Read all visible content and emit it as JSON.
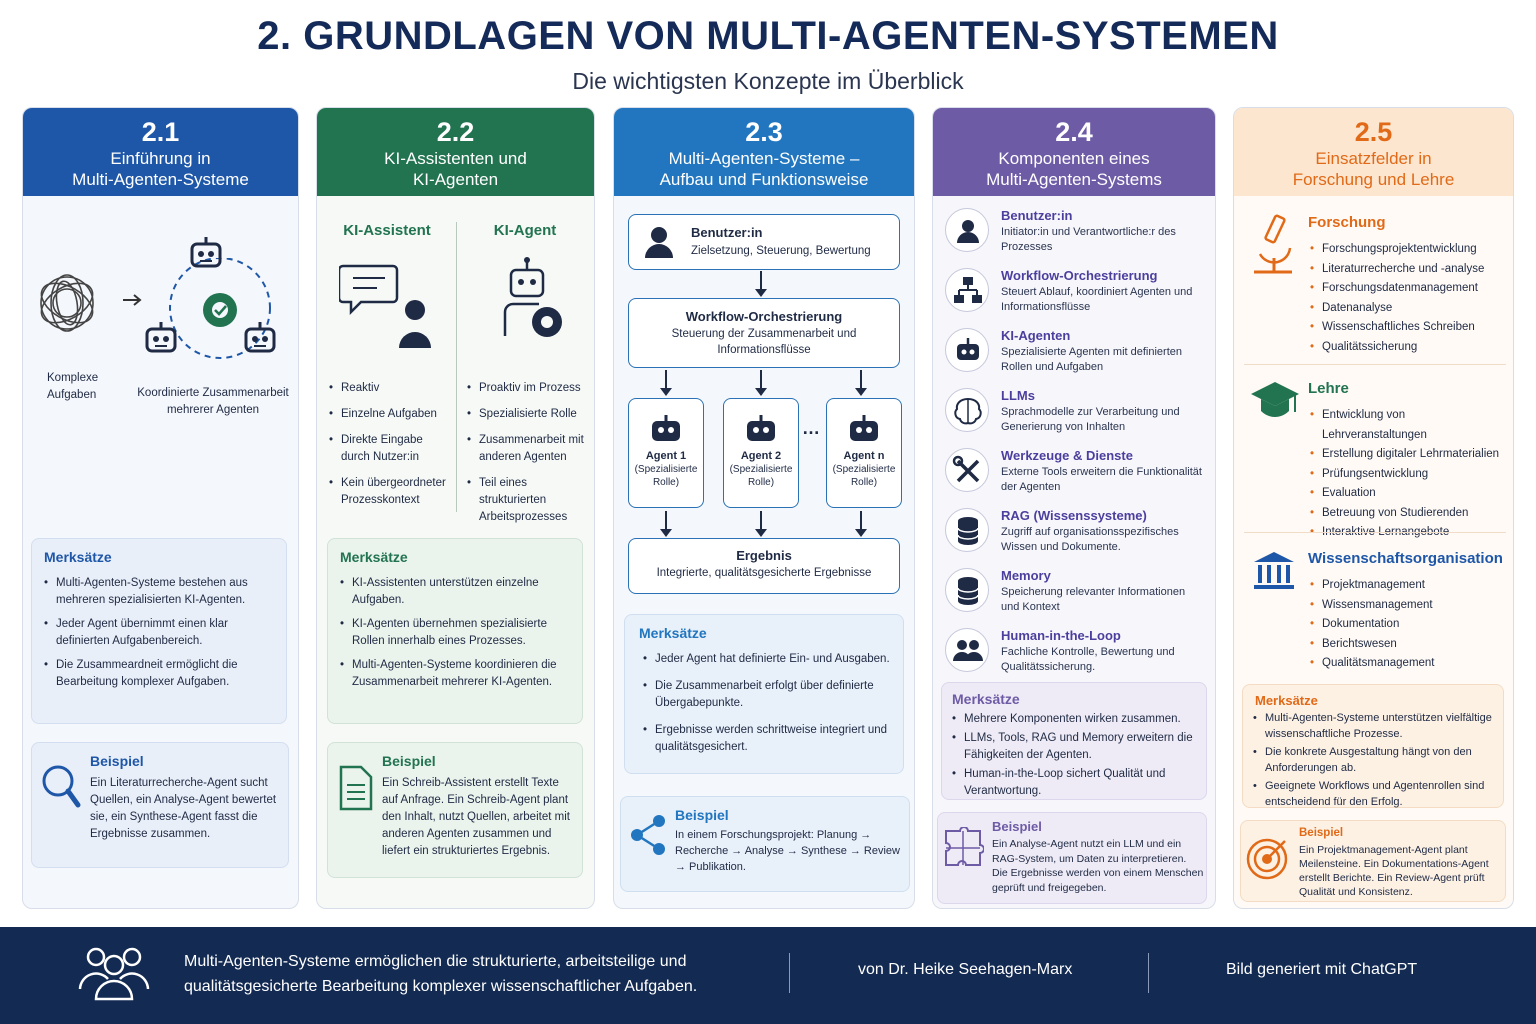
{
  "header": {
    "title": "2. GRUNDLAGEN VON MULTI-AGENTEN-SYSTEMEN",
    "subtitle": "Die wichtigsten Konzepte im Überblick"
  },
  "colors": {
    "c1": "#1f57a8",
    "c2": "#227451",
    "c3": "#2176bf",
    "c4": "#6e5ba6",
    "c5": "#e06a18",
    "footer": "#132a52"
  },
  "col1": {
    "num": "2.1",
    "title1": "Einführung in",
    "title2": "Multi-Agenten-Systeme",
    "left_label1": "Komplexe",
    "left_label2": "Aufgaben",
    "right_label1": "Koordinierte Zusammenarbeit",
    "right_label2": "mehrerer Agenten",
    "merk_title": "Merksätze",
    "merk": [
      "Multi-Agenten-Systeme bestehen aus mehreren spezialisierten KI-Agenten.",
      "Jeder Agent übernimmt einen klar definierten Aufgabenbereich.",
      "Die Zusammeardneit ermöglicht die Bearbeitung komplexer Aufgaben."
    ],
    "bsp_title": "Beispiel",
    "bsp_text": "Ein Literaturrecherche-Agent sucht Quellen, ein Analyse-Agent bewertet sie, ein Synthese-Agent fasst die Ergebnisse zusammen."
  },
  "col2": {
    "num": "2.2",
    "title1": "KI-Assistenten und",
    "title2": "KI-Agenten",
    "left_head": "KI-Assistent",
    "right_head": "KI-Agent",
    "left_items": [
      "Reaktiv",
      "Einzelne Aufgaben",
      "Direkte Eingabe durch Nutzer:in",
      "Kein übergeordneter Prozesskontext"
    ],
    "right_items": [
      "Proaktiv im Prozess",
      "Spezialisierte Rolle",
      "Zusammenarbeit mit anderen Agenten",
      "Teil eines strukturierten Arbeitsprozesses"
    ],
    "merk_title": "Merksätze",
    "merk": [
      "KI-Assistenten unterstützen einzelne Aufgaben.",
      "KI-Agenten übernehmen spezialisierte Rollen innerhalb eines Prozesses.",
      "Multi-Agenten-Systeme koordinieren die Zusammenarbeit mehrerer KI-Agenten."
    ],
    "bsp_title": "Beispiel",
    "bsp_text": "Ein Schreib-Assistent erstellt Texte auf Anfrage. Ein Schreib-Agent plant den Inhalt, nutzt Quellen, arbeitet mit anderen Agenten zusammen und liefert ein strukturiertes Ergebnis."
  },
  "col3": {
    "num": "2.3",
    "title1": "Multi-Agenten-Systeme –",
    "title2": "Aufbau und Funktionsweise",
    "user_title": "Benutzer:in",
    "user_desc": "Zielsetzung, Steuerung, Bewertung",
    "wf_title": "Workflow-Orchestrierung",
    "wf_desc": "Steuerung der Zusammenarbeit und Informationsflüsse",
    "agents": [
      {
        "name": "Agent 1",
        "role": "(Spezialisierte Rolle)"
      },
      {
        "name": "Agent 2",
        "role": "(Spezialisierte Rolle)"
      },
      {
        "name": "Agent n",
        "role": "(Spezialisierte Rolle)"
      }
    ],
    "ellipsis": "…",
    "result_title": "Ergebnis",
    "result_desc": "Integrierte, qualitätsgesicherte Ergebnisse",
    "merk_title": "Merksätze",
    "merk": [
      "Jeder Agent hat definierte Ein- und Ausgaben.",
      "Die Zusammenarbeit erfolgt über definierte Übergabepunkte.",
      "Ergebnisse werden schrittweise integriert und qualitätsgesichert."
    ],
    "bsp_title": "Beispiel",
    "bsp_text": "In einem Forschungsprojekt: Planung → Recherche → Analyse → Synthese → Review → Publikation."
  },
  "col4": {
    "num": "2.4",
    "title1": "Komponenten eines",
    "title2": "Multi-Agenten-Systems",
    "components": [
      {
        "name": "Benutzer:in",
        "desc": "Initiator:in und Verantwortliche:r des Prozesses",
        "icon": "user-icon"
      },
      {
        "name": "Workflow-Orchestrierung",
        "desc": "Steuert Ablauf, koordiniert Agenten und Informationsflüsse",
        "icon": "workflow-icon"
      },
      {
        "name": "KI-Agenten",
        "desc": "Spezialisierte Agenten mit definierten Rollen und Aufgaben",
        "icon": "robot-icon"
      },
      {
        "name": "LLMs",
        "desc": "Sprachmodelle zur Verarbeitung und Generierung von Inhalten",
        "icon": "brain-icon"
      },
      {
        "name": "Werkzeuge & Dienste",
        "desc": "Externe Tools erweitern die Funktionalität der Agenten",
        "icon": "tools-icon"
      },
      {
        "name": "RAG (Wissenssysteme)",
        "desc": "Zugriff auf organisationsspezifisches Wissen und Dokumente.",
        "icon": "database-icon"
      },
      {
        "name": "Memory",
        "desc": "Speicherung relevanter Informationen und Kontext",
        "icon": "memory-icon"
      },
      {
        "name": "Human-in-the-Loop",
        "desc": "Fachliche Kontrolle, Bewertung und Qualitätssicherung.",
        "icon": "people-icon"
      }
    ],
    "merk_title": "Merksätze",
    "merk": [
      "Mehrere Komponenten wirken zusammen.",
      "LLMs, Tools, RAG und Memory erweitern die Fähigkeiten der Agenten.",
      "Human-in-the-Loop sichert Qualität und Verantwortung."
    ],
    "bsp_title": "Beispiel",
    "bsp_text": "Ein Analyse-Agent nutzt ein LLM und ein RAG-System, um Daten zu interpretieren. Die Ergebnisse werden von einem Menschen geprüft und freigegeben."
  },
  "col5": {
    "num": "2.5",
    "title1": "Einsatzfelder in",
    "title2": "Forschung und Lehre",
    "sections": [
      {
        "title": "Forschung",
        "icon": "microscope-icon",
        "items": [
          "Forschungsprojektentwicklung",
          "Literaturrecherche und -analyse",
          "Forschungsdatenmanagement",
          "Datenanalyse",
          "Wissenschaftliches Schreiben",
          "Qualitätssicherung"
        ]
      },
      {
        "title": "Lehre",
        "icon": "graduation-cap-icon",
        "items": [
          "Entwicklung von Lehrveranstaltungen",
          "Erstellung digitaler Lehrmaterialien",
          "Prüfungsentwicklung",
          "Evaluation",
          "Betreuung von Studierenden",
          "Interaktive Lernangebote"
        ]
      },
      {
        "title": "Wissenschaftsorganisation",
        "icon": "institution-icon",
        "items": [
          "Projektmanagement",
          "Wissensmanagement",
          "Dokumentation",
          "Berichtswesen",
          "Qualitätsmanagement"
        ]
      }
    ],
    "merk_title": "Merksätze",
    "merk": [
      "Multi-Agenten-Systeme unterstützen vielfältige wissenschaftliche Prozesse.",
      "Die konkrete Ausgestaltung hängt von den Anforderungen ab.",
      "Geeignete Workflows und Agentenrollen sind entscheidend für den Erfolg."
    ],
    "bsp_title": "Beispiel",
    "bsp_text": "Ein Projektmanagement-Agent plant Meilensteine. Ein Dokumentations-Agent erstellt Berichte. Ein Review-Agent prüft Qualität und Konsistenz."
  },
  "footer": {
    "text": "Multi-Agenten-Systeme ermöglichen die strukturierte, arbeitsteilige und qualitätsgesicherte Bearbeitung komplexer wissenschaftlicher Aufgaben.",
    "author": "von Dr. Heike Seehagen-Marx",
    "generated": "Bild generiert mit ChatGPT"
  }
}
